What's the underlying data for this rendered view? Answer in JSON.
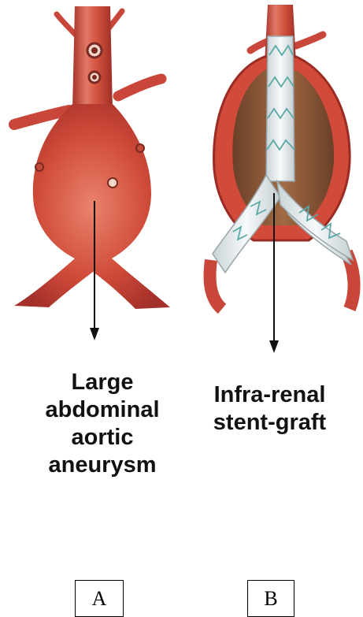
{
  "panels": [
    {
      "id": "A",
      "label": "A",
      "caption_lines": [
        "Large",
        "abdominal",
        "aortic",
        "aneurysm"
      ]
    },
    {
      "id": "B",
      "label": "B",
      "caption_lines": [
        "Infra-renal",
        "stent-graft"
      ]
    }
  ],
  "colors": {
    "artery": "#c9473a",
    "artery_shadow": "#a8322a",
    "artery_highlight": "#e07a66",
    "sac_inner": "#8a5a3a",
    "graft_fabric": "#e8eef0",
    "graft_wire": "#5aa8a8",
    "arrow": "#111111",
    "text": "#111111"
  }
}
